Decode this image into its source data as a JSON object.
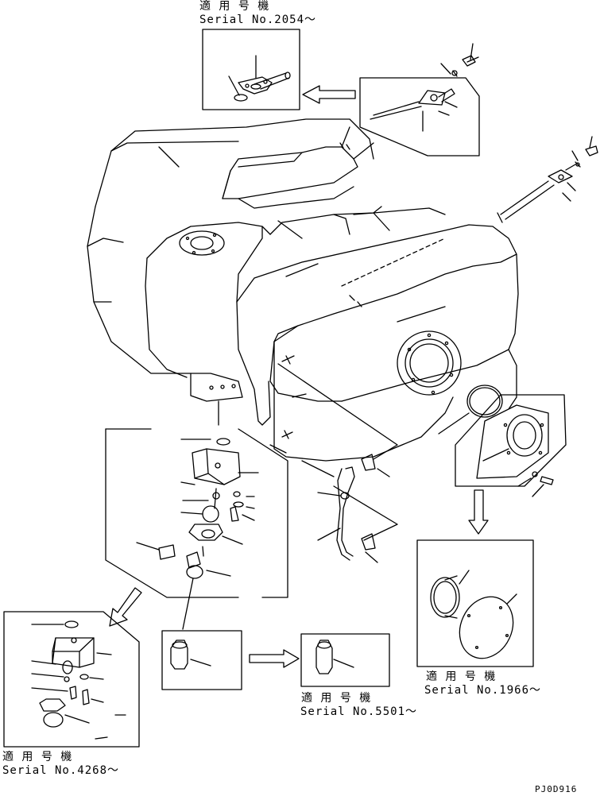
{
  "callouts": [
    {
      "id": "serial-2054",
      "applicable": "適 用 号 機",
      "serial": "Serial No.2054～"
    },
    {
      "id": "serial-1966",
      "applicable": "適 用 号 機",
      "serial": "Serial No.1966～"
    },
    {
      "id": "serial-5501",
      "applicable": "適 用 号 機",
      "serial": "Serial No.5501～"
    },
    {
      "id": "serial-4268",
      "applicable": "適 用 号 機",
      "serial": "Serial No.4268～"
    }
  ],
  "drawing_code": "PJ0D916",
  "colors": {
    "line": "#000000",
    "background": "#ffffff"
  }
}
